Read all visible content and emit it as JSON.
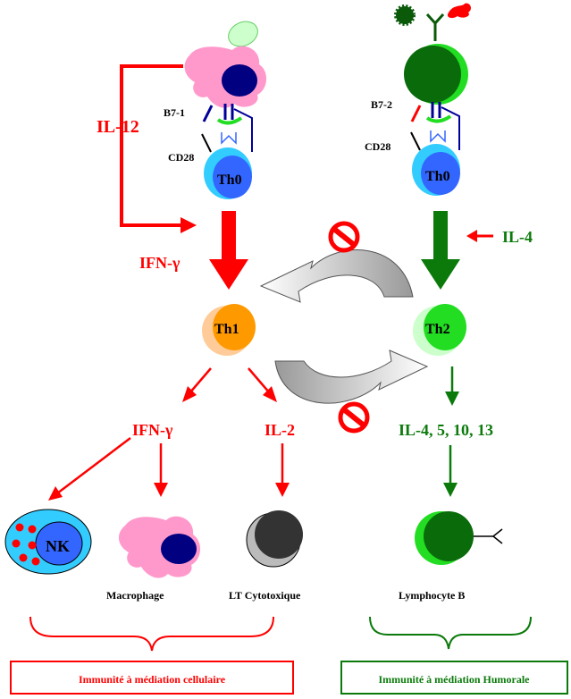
{
  "labels": {
    "il12": "IL-12",
    "b7_1": "B7-1",
    "cd28_left": "CD28",
    "th0_left": "Th0",
    "b7_2": "B7-2",
    "cd28_right": "CD28",
    "th0_right": "Th0",
    "ifn_gamma_top": "IFN-γ",
    "il4_top": "IL-4",
    "th1": "Th1",
    "th2": "Th2",
    "ifn_gamma_bottom": "IFN-γ",
    "il2": "IL-2",
    "il_th2": "IL-4, 5, 10, 13",
    "nk": "NK",
    "macrophage": "Macrophage",
    "lt_cytotoxique": "LT Cytotoxique",
    "lymphocyte_b": "Lymphocyte B",
    "immunite_cellulaire": "Immunité à médiation cellulaire",
    "immunite_humorale": "Immunité à médiation Humorale"
  },
  "colors": {
    "red": "#ff0000",
    "green": "#0b7a0b",
    "dark_green": "#0a6b0a",
    "bright_green": "#22dd22",
    "pink": "#ff99cc",
    "navy": "#000080",
    "blue": "#3366ff",
    "cyan": "#33ccff",
    "orange": "#ff9900",
    "light_orange": "#ffcc99"
  }
}
